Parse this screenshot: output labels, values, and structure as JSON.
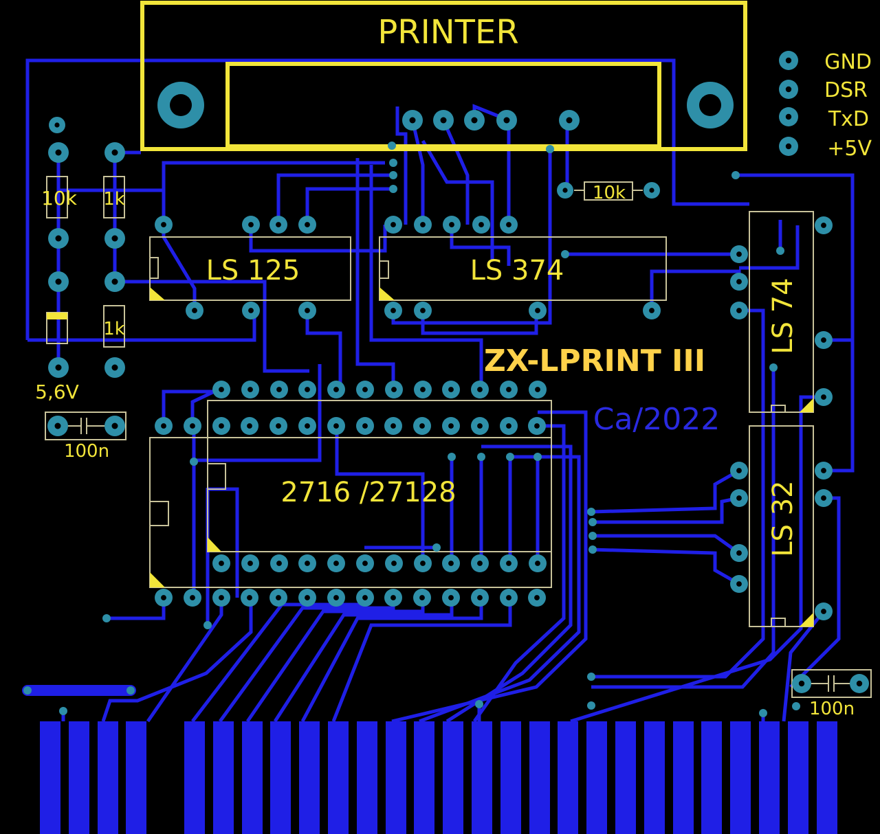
{
  "board": {
    "connector_label": "PRINTER",
    "title": "ZX-LPRINT III",
    "author": "Ca/2022",
    "colors": {
      "background": "#000000",
      "copper": "#1f1fe6",
      "silkscreen": "#f2e53a",
      "pad": "#2e8fa8",
      "outline": "#c8c29a"
    }
  },
  "chips": {
    "u1": "LS 125",
    "u2": "LS 374",
    "u3": "LS 74",
    "u4": "LS 32",
    "u5": "2716 /27128"
  },
  "components": {
    "r1": "10k",
    "r2": "1k",
    "r3": "1k",
    "r4": "10k",
    "d1": "5,6V",
    "c1": "100n",
    "c2": "100n"
  },
  "header_pins": [
    "GND",
    "DSR",
    "TxD",
    "+5V"
  ]
}
